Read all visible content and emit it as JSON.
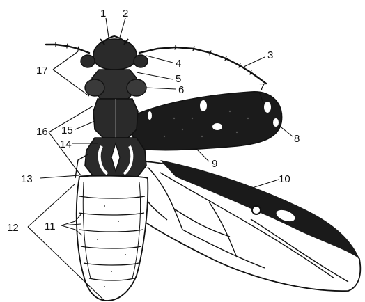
{
  "figure": {
    "labels": [
      "1",
      "2",
      "3",
      "4",
      "5",
      "6",
      "7",
      "8",
      "9",
      "10",
      "11",
      "12",
      "13",
      "14",
      "15",
      "16",
      "17"
    ]
  },
  "colors": {
    "ink": "#111111",
    "paper": "#ffffff",
    "shade": "#2a2a2a"
  }
}
